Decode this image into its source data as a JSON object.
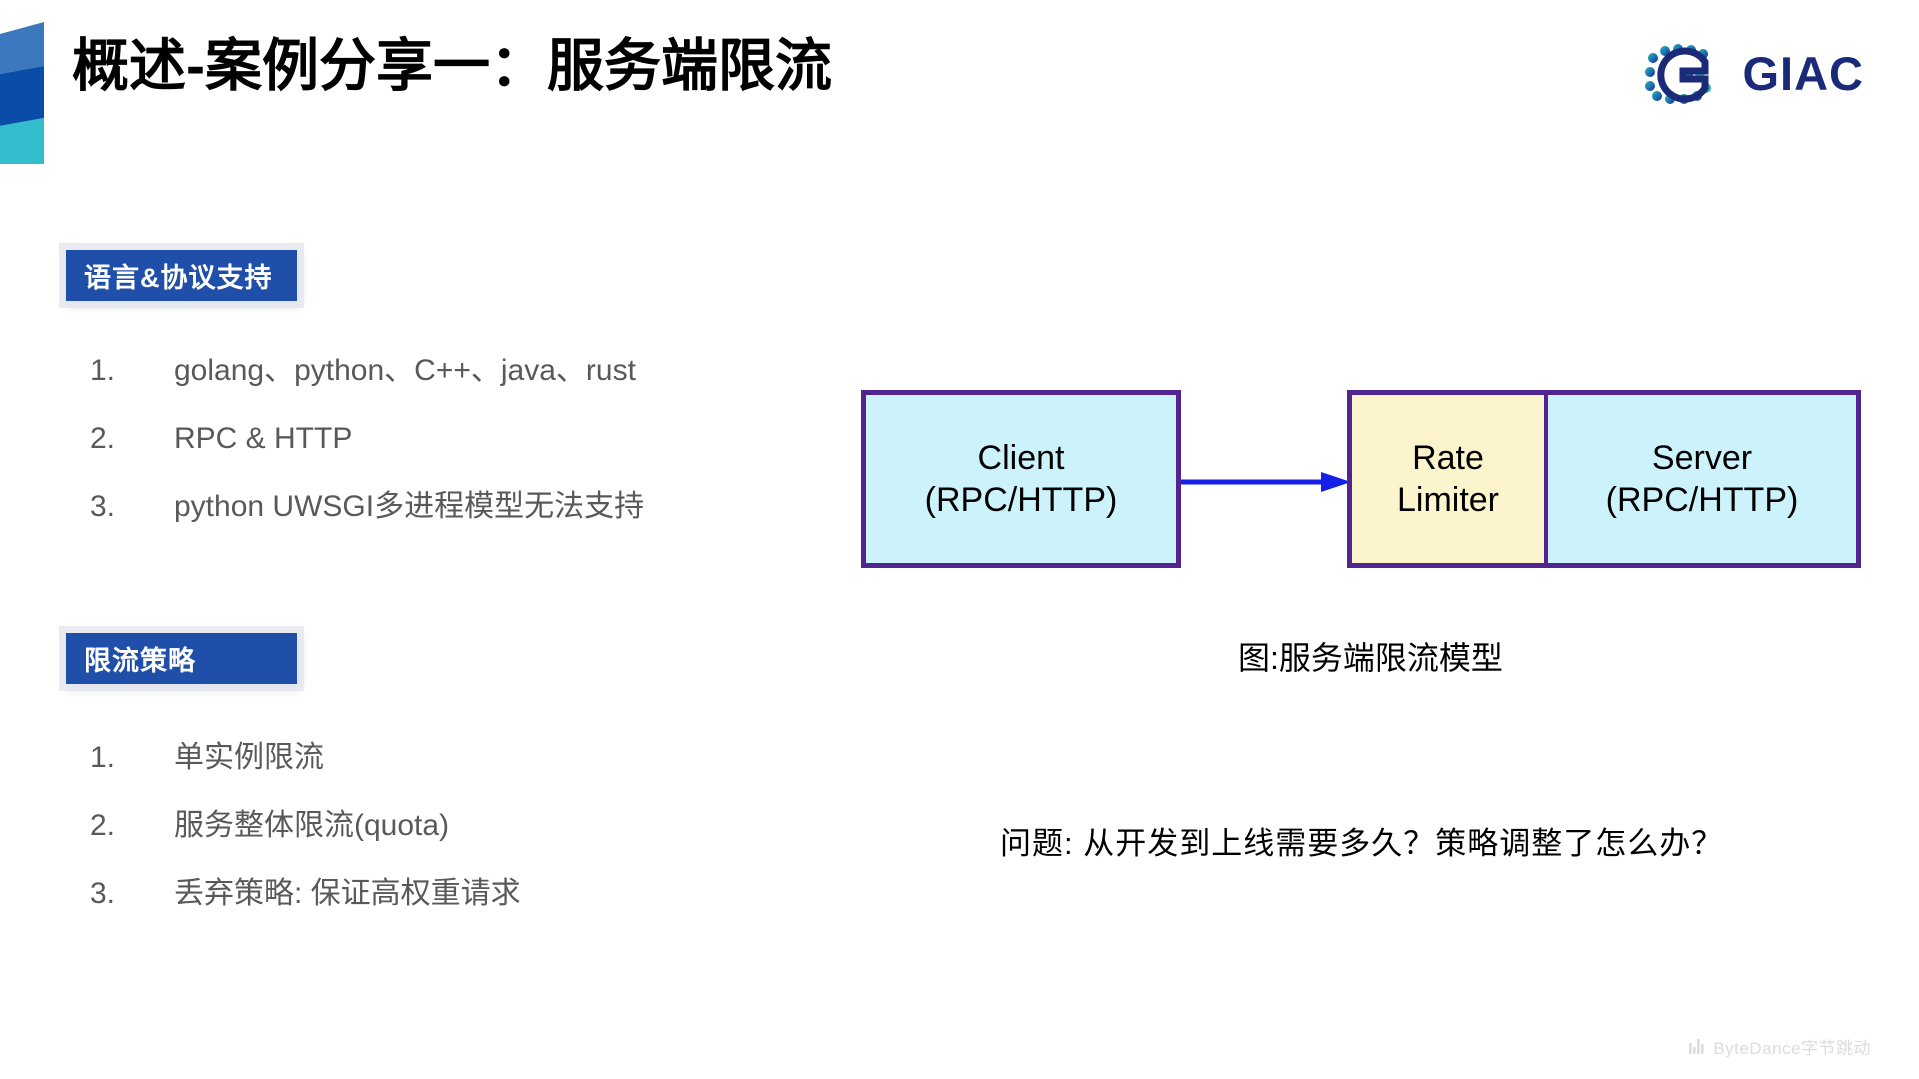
{
  "slide": {
    "title": "概述-案例分享一：服务端限流",
    "background": "#ffffff"
  },
  "decoration": {
    "name": "left-ribbon",
    "colors": [
      "#3C78BE",
      "#0A4DA8",
      "#33BECD"
    ]
  },
  "logo": {
    "mark": "giac-logo-icon",
    "text": "GIAC",
    "color": "#1B2A78",
    "accent": "#2BB6A6"
  },
  "sections": [
    {
      "chip_label": "语言&协议支持",
      "chip_color": "#1F4FA8",
      "items": [
        {
          "num": "1.",
          "text": "golang、python、C++、java、rust"
        },
        {
          "num": "2.",
          "text": "RPC & HTTP"
        },
        {
          "num": "3.",
          "text": "python UWSGI多进程模型无法支持"
        }
      ]
    },
    {
      "chip_label": "限流策略",
      "chip_color": "#1F4FA8",
      "items": [
        {
          "num": "1.",
          "text": "单实例限流"
        },
        {
          "num": "2.",
          "text": "服务整体限流(quota)"
        },
        {
          "num": "3.",
          "text": "丢弃策略: 保证高权重请求"
        }
      ]
    }
  ],
  "diagram": {
    "client": {
      "line1": "Client",
      "line2": "(RPC/HTTP)",
      "fill": "#CCF2FB"
    },
    "rate_limiter": {
      "line1": "Rate",
      "line2": "Limiter",
      "fill": "#FBF4CC"
    },
    "server": {
      "line1": "Server",
      "line2": "(RPC/HTTP)",
      "fill": "#CCF2FB"
    },
    "border_color": "#51248F",
    "arrow_color": "#1420E8",
    "caption": "图:服务端限流模型"
  },
  "question": "问题: 从开发到上线需要多久？策略调整了怎么办？",
  "footer": {
    "brand": "ByteDance字节跳动",
    "icon": "bar-chart-icon",
    "color": "#DCDCDC"
  }
}
